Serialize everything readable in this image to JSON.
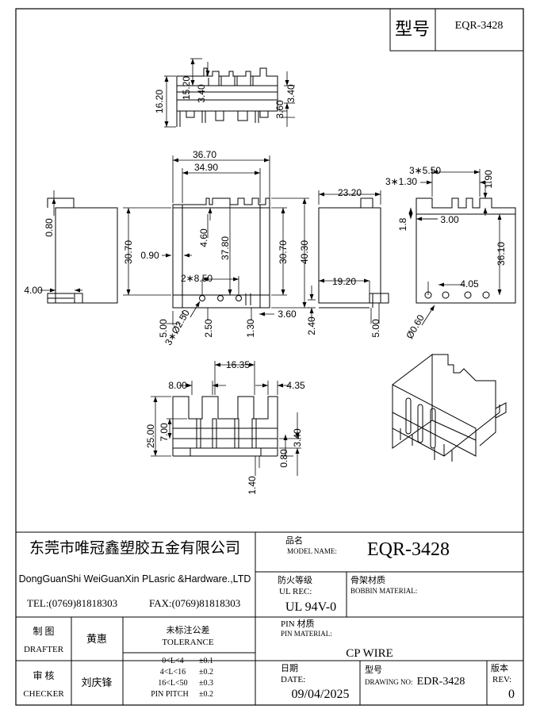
{
  "header": {
    "label_type": "型号",
    "model": "EQR-3428"
  },
  "dims": {
    "d16_20": "16.20",
    "d15_20": "15.20",
    "d3_40a": "3.40",
    "d3_60": "3.60",
    "d3_40b": "3.40",
    "d36_70": "36.70",
    "d34_90": "34.90",
    "d0_80": "0.80",
    "d30_70a": "30.70",
    "d0_90": "0.90",
    "d4_60": "4.60",
    "d37_80": "37.80",
    "d30_70b": "30.70",
    "d40_30": "40.30",
    "d2x8_50": "2∗8.50",
    "d4_00": "4.00",
    "d5_00a": "5.00",
    "d3x2_50": "3∗Ø2.50",
    "d2_50": "2.50",
    "d1_30": "1.30",
    "d3_60b": "3.60",
    "d2_40": "2.40",
    "d23_20": "23.20",
    "d19_20": "19.20",
    "d5_00b": "5.00",
    "d3x5_50": "3∗5.50",
    "d3x1_30": "3∗1.30",
    "d1_90": "1.90",
    "d1_8": "1.8",
    "d3_00": "3.00",
    "d36_10": "36.10",
    "d4_05": "4.05",
    "d0_60": "Ø0.60",
    "d16_35": "16.35",
    "d8_00": "8.00",
    "d4_35": "4.35",
    "d25_00": "25.00",
    "d7_00": "7.00",
    "d3_40c": "3.40",
    "d0_80b": "0.80",
    "d1_40": "1.40"
  },
  "title_block": {
    "company_cn": "东莞市唯冠鑫塑胶五金有限公司",
    "company_en": "DongGuanShi WeiGuanXin PLasric &Hardware.,LTD",
    "tel": "TEL:(0769)81818303",
    "fax": "FAX:(0769)81818303",
    "model_name_cn": "品名",
    "model_name_en": "MODEL NAME:",
    "model_name_value": "EQR-3428",
    "ul_cn": "防火等级",
    "ul_en": "UL REC:",
    "ul_value": "UL 94V-0",
    "bobbin_cn": "骨架材质",
    "bobbin_en": "BOBBIN MATERIAL:",
    "pin_cn": "PIN 材质",
    "pin_en": "PIN MATERIAL:",
    "pin_value": "CP WIRE",
    "drafter_cn": "制  图",
    "drafter_en": "DRAFTER",
    "drafter_name": "黄惠",
    "checker_cn": "审  核",
    "checker_en": "CHECKER",
    "checker_name": "刘庆锋",
    "tol_cn": "未标注公差",
    "tol_en": "TOLERANCE",
    "tol_rows": [
      {
        "range": "0<L<4",
        "value": "±0.1"
      },
      {
        "range": "4<L<16",
        "value": "±0.2"
      },
      {
        "range": "16<L<50",
        "value": "±0.3"
      },
      {
        "range": "PIN PITCH",
        "value": "±0.2"
      }
    ],
    "date_cn": "日期",
    "date_en": "DATE:",
    "date_value": "09/04/2025",
    "drawing_cn": "型号",
    "drawing_en": "DRAWING NO:",
    "drawing_value": "EDR-3428",
    "rev_cn": "版本",
    "rev_en": "REV:",
    "rev_value": "0"
  }
}
